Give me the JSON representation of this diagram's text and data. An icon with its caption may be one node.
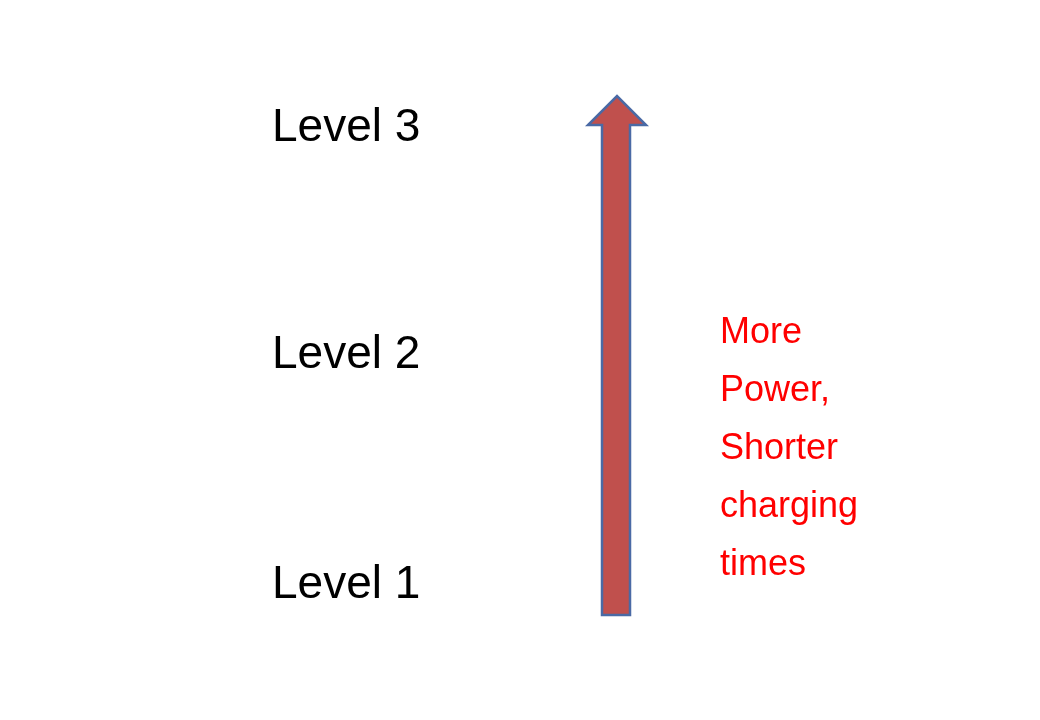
{
  "diagram": {
    "labels": [
      "Level 3",
      "Level 2",
      "Level 1",
      "More Power, Shorter charging times"
    ]
  }
}
